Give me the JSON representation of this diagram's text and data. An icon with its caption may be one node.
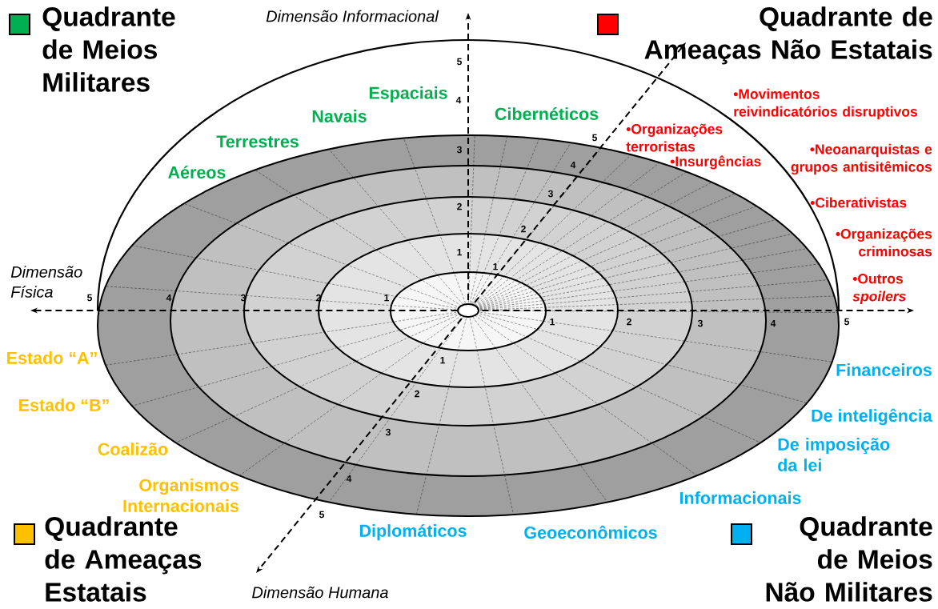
{
  "diagram": {
    "labels": [
      "Dimensão Informacional",
      "Dimensão Física",
      "Dimensão Humana",
      "Espaciais",
      "Navais",
      "Terrestres",
      "Aéreos",
      "Cibernéticos",
      "•Organizações terroristas",
      "•Insurgências",
      "•Movimentos reivindicatórios disruptivos",
      "•Neoanarquistas e grupos antisitêmicos",
      "•Ciberativistas",
      "•Organizações criminosas",
      "•Outros *spoilers*",
      "Estado “A”",
      "Estado “B”",
      "Coalizão",
      "Organismos Internacionais",
      "Financeiros",
      "De inteligência",
      "De imposição da lei",
      "Informacionais",
      "Diplomáticos",
      "Geoeconômicos",
      "5",
      "4",
      "3",
      "2",
      "1",
      "5",
      "4",
      "3",
      "2",
      "1",
      "5",
      "4",
      "3",
      "2",
      "1",
      "1",
      "2",
      "3",
      "4",
      "5",
      "1",
      "2",
      "3",
      "4",
      "5"
    ],
    "legend": [
      {
        "text": "Quadrante de Meios Militares",
        "color": "#00b050"
      },
      {
        "text": "Quadrante de Ameaças Não Estatais",
        "color": "#ff0000"
      },
      {
        "text": "Quadrante de Ameaças Estatais",
        "color": "#ffc000"
      },
      {
        "text": "Quadrante de Meios Não Militares",
        "color": "#00b0f0"
      }
    ]
  }
}
